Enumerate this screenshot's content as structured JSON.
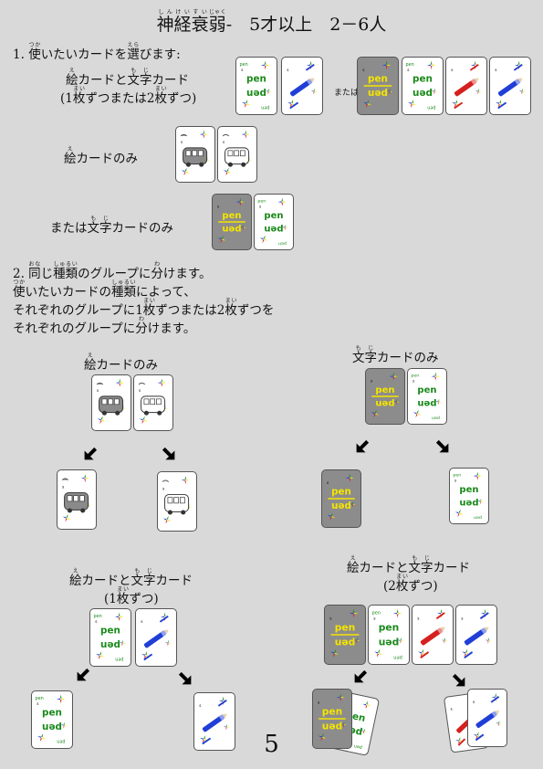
{
  "title": {
    "kanji": [
      "神",
      "経",
      "衰",
      "弱"
    ],
    "ruby": [
      "しん",
      "けい",
      "すい",
      "じゃく"
    ],
    "rest": "-　5才以上　2－6人"
  },
  "step1": {
    "heading": "1.",
    "heading_parts": [
      "使",
      "いたいカードを",
      "選",
      "びます:"
    ],
    "heading_ruby": [
      "つか",
      "えら"
    ],
    "both_line1": [
      "絵",
      "カードと",
      "文字",
      "カード"
    ],
    "both_ruby": [
      "え",
      "もじ"
    ],
    "both_line2_parts": [
      "(1",
      "枚",
      "ずつまたは2",
      "枚",
      "ずつ)"
    ],
    "both_line2_ruby": [
      "まい",
      "まい"
    ],
    "or_label": "または",
    "picture_only_parts": [
      "絵",
      "カードのみ"
    ],
    "picture_only_ruby": [
      "え"
    ],
    "word_only_parts": [
      "または",
      "文字",
      "カードのみ"
    ],
    "word_only_ruby": [
      "もじ"
    ]
  },
  "step2": {
    "line1_parts": [
      "2. ",
      "同",
      "じ",
      "種類",
      "のグループに",
      "分",
      "けます。"
    ],
    "line1_ruby": [
      "おな",
      "しゅるい",
      "わ"
    ],
    "line2_parts": [
      "使",
      "いたいカードの",
      "種類",
      "によって、"
    ],
    "line2_ruby": [
      "つか",
      "しゅるい"
    ],
    "line3_parts": [
      "それぞれのグループに1",
      "枚",
      "ずつまたは2",
      "枚",
      "ずつを"
    ],
    "line3_ruby": [
      "まい",
      "まい"
    ],
    "line4_parts": [
      "それぞれのグループに",
      "分",
      "けます。"
    ],
    "line4_ruby": [
      "わ"
    ]
  },
  "sections": {
    "picture_only": {
      "parts": [
        "絵",
        "カードのみ"
      ],
      "ruby": [
        "え"
      ]
    },
    "word_only": {
      "parts": [
        "文字",
        "カードのみ"
      ],
      "ruby": [
        "もじ"
      ]
    },
    "both_one": {
      "parts": [
        "絵",
        "カードと",
        "文字",
        "カード"
      ],
      "ruby": [
        "え",
        "もじ"
      ],
      "sub_parts": [
        "(1",
        "枚",
        "ずつ)"
      ],
      "sub_ruby": [
        "まい"
      ]
    },
    "both_two": {
      "parts": [
        "絵",
        "カードと",
        "文字",
        "カード"
      ],
      "ruby": [
        "え",
        "もじ"
      ],
      "sub_parts": [
        "(2",
        "枚",
        "ずつ)"
      ],
      "sub_ruby": [
        "まい"
      ]
    }
  },
  "card_text": {
    "word": "pen",
    "word_flipped": "uəd",
    "corner_small": "pen",
    "corner_small_flipped": "uəd",
    "s_mark": "s"
  },
  "colors": {
    "background": "#d9d9d9",
    "green": "#1a8a1a",
    "yellow": "#f5e400",
    "blue": "#1f3fd6",
    "red": "#d62020",
    "gray_card": "#8c8c8c"
  },
  "page_number": "5"
}
